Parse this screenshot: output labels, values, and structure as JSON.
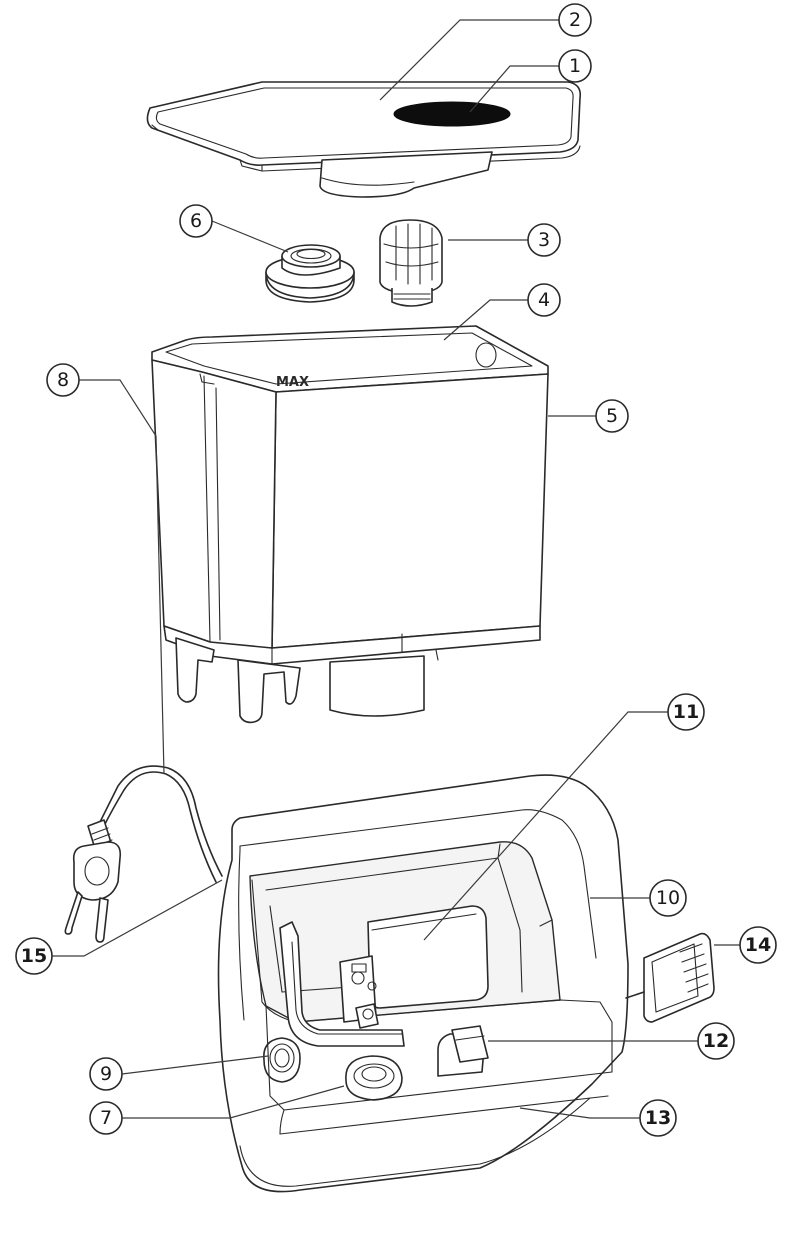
{
  "tank_mark": "MAX",
  "callouts": [
    {
      "label": "1"
    },
    {
      "label": "2"
    },
    {
      "label": "3"
    },
    {
      "label": "4"
    },
    {
      "label": "5"
    },
    {
      "label": "6"
    },
    {
      "label": "7"
    },
    {
      "label": "8"
    },
    {
      "label": "9"
    },
    {
      "label": "10"
    },
    {
      "label": "11"
    },
    {
      "label": "12"
    },
    {
      "label": "13"
    },
    {
      "label": "14"
    },
    {
      "label": "15"
    }
  ]
}
